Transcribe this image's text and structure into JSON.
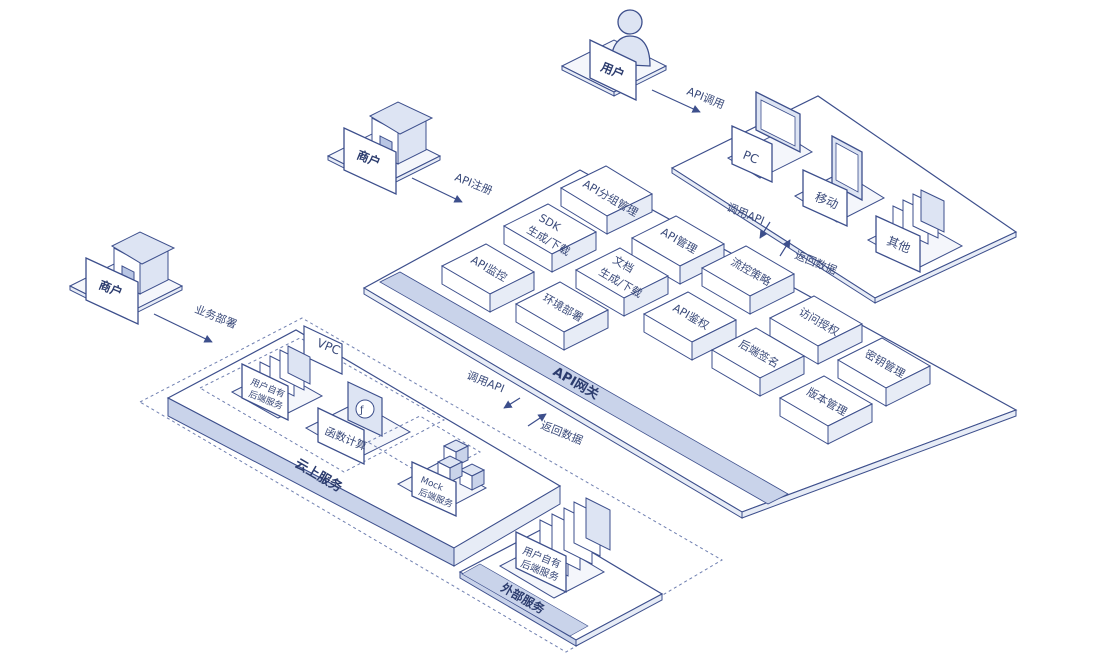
{
  "users": {
    "user_label": "用户",
    "merchant_label": "商户"
  },
  "devices": {
    "pc": "PC",
    "mobile": "移动",
    "other": "其他"
  },
  "edges": {
    "api_call": "API调用",
    "api_register": "API注册",
    "business_deploy": "业务部署",
    "call_api": "调用API",
    "return_data": "返回数据"
  },
  "gateway": {
    "title": "API网关",
    "modules": {
      "group_mgmt": "API分组管理",
      "sdk_l1": "SDK",
      "sdk_l2": "生成/下载",
      "api_mgmt": "API管理",
      "doc_l1": "文档",
      "doc_l2": "生成/下载",
      "monitor": "API监控",
      "flow_ctrl": "流控策略",
      "env_deploy": "环境部署",
      "auth": "API鉴权",
      "access_auth": "访问授权",
      "backend_sign": "后端签名",
      "key_mgmt": "密钥管理",
      "version_mgmt": "版本管理"
    }
  },
  "cloud": {
    "title": "云上服务",
    "vpc": "VPC",
    "user_backend_l1": "用户自有",
    "user_backend_l2": "后端服务",
    "function_compute": "函数计算",
    "mock_l1": "Mock",
    "mock_l2": "后端服务"
  },
  "external": {
    "title": "外部服务",
    "user_backend_l1": "用户自有",
    "user_backend_l2": "后端服务"
  },
  "colors": {
    "line": "#3d4f8c",
    "fill_light": "#f4f6fb",
    "band": "#c9d3ea",
    "accent": "#dde4f3"
  }
}
